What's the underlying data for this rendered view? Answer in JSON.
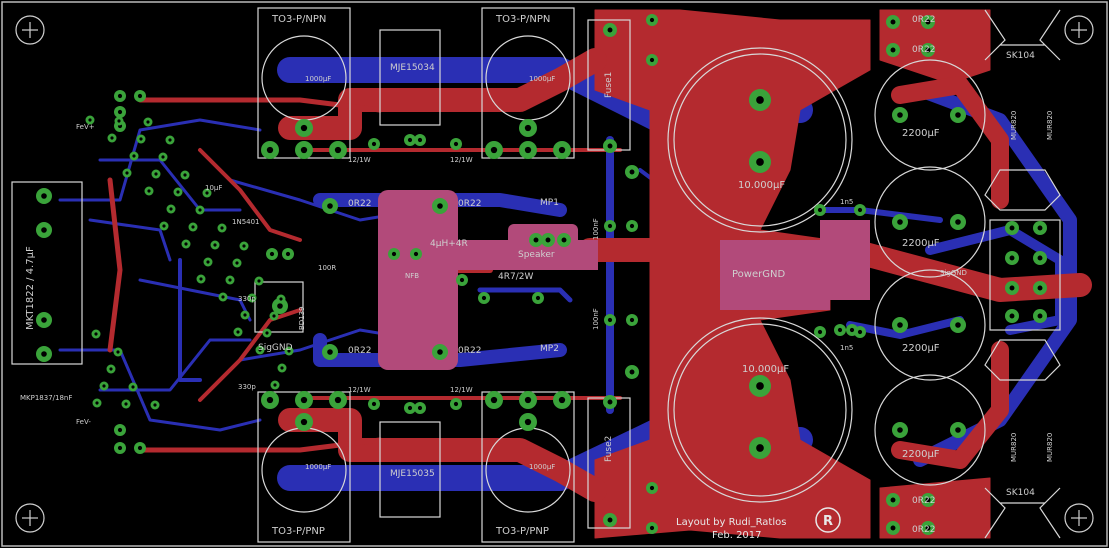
{
  "colors": {
    "background": "#000000",
    "top_copper": "#b42a2f",
    "bottom_copper": "#2a2fb4",
    "pad": "#3aa33a",
    "silkscreen": "#d8d8d8",
    "overlap": "#b24a7a"
  },
  "labels": {
    "to3_npn_left": "TO3-P/NPN",
    "to3_npn_right": "TO3-P/NPN",
    "to3_pnp_left": "TO3-P/PNP",
    "to3_pnp_right": "TO3-P/PNP",
    "cap_1000_1": "1000µF",
    "cap_1000_2": "1000µF",
    "cap_1000_3": "1000µF",
    "cap_1000_4": "1000µF",
    "mje_top": "MJE15034",
    "mje_bottom": "MJE15035",
    "fuse1": "Fuse1",
    "fuse2": "Fuse2",
    "cap_10000_top": "10.000µF",
    "cap_10000_bottom": "10.000µF",
    "r_0r22_1": "0R22",
    "r_0r22_2": "0R22",
    "r_0r22_3": "0R22",
    "r_0r22_4": "0R22",
    "r_0r22_5": "0R22",
    "r_0r22_6": "0R22",
    "r_0r22_7": "0R22",
    "r_0r22_8": "0R22",
    "sk104_top": "SK104",
    "sk104_bottom": "SK104",
    "mur820_1": "MUR820",
    "mur820_2": "MUR820",
    "mur820_3": "MUR820",
    "mur820_4": "MUR820",
    "cap_2200_1": "2200µF",
    "cap_2200_2": "2200µF",
    "cap_2200_3": "2200µF",
    "cap_2200_4": "2200µF",
    "power_gnd": "PowerGND",
    "sig_gnd_right": "SigGND",
    "sig_gnd_left": "SigGND",
    "speaker": "Speaker",
    "mp1": "MP1",
    "mp2": "MP2",
    "inductor": "4µH+4R",
    "r_4r7": "4R7/2W",
    "nfb": "NFB",
    "r_12_1w_1": "12/1W",
    "r_12_1w_2": "12/1W",
    "r_12_1w_3": "12/1W",
    "r_12_1w_4": "12/1W",
    "mkt1822": "MKT1822 / 4.7µF",
    "mkp1837": "MKP1837/18nF",
    "fev_plus": "FeV+",
    "fev_minus": "FeV-",
    "bd139": "BD139",
    "r100r": "100R",
    "cap_330p_1": "330p",
    "cap_330p_2": "330p",
    "cap_100n_1": "100nF",
    "cap_100n_2": "100nF",
    "r1n5_top": "1n5",
    "r1n5_bottom": "1n5",
    "cap_10upf": "10µF",
    "dnn": "1N5401",
    "credit_line1": "Layout by Rudi_Ratlos",
    "credit_line2": "Feb. 2017",
    "logo_letter": "R"
  }
}
